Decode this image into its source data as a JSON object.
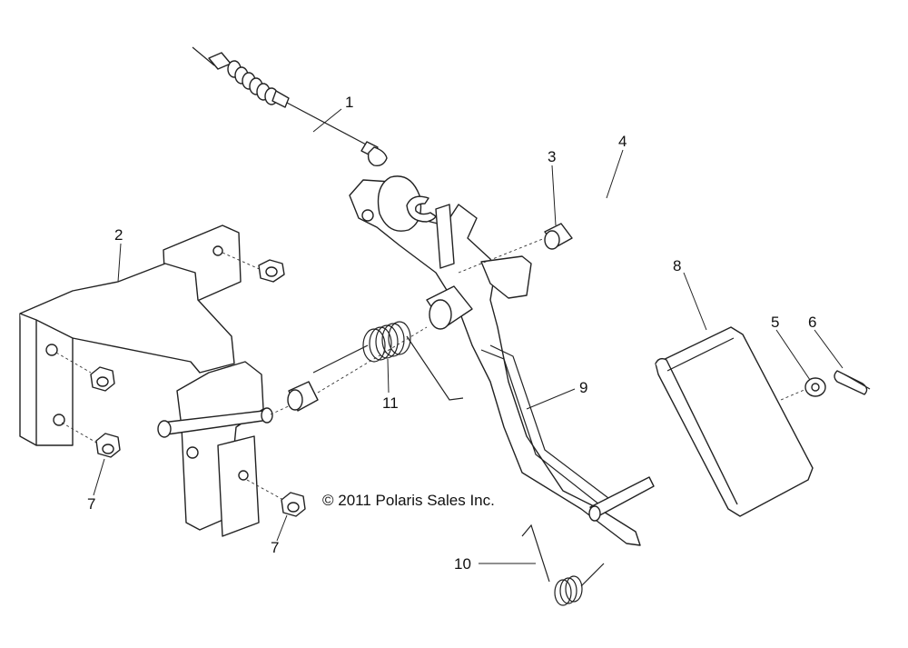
{
  "copyright": "© 2011 Polaris Sales Inc.",
  "callouts": [
    {
      "id": "1",
      "text": "1"
    },
    {
      "id": "2",
      "text": "2"
    },
    {
      "id": "3",
      "text": "3"
    },
    {
      "id": "4",
      "text": "4"
    },
    {
      "id": "5",
      "text": "5"
    },
    {
      "id": "6",
      "text": "6"
    },
    {
      "id": "7a",
      "text": "7"
    },
    {
      "id": "7b",
      "text": "7"
    },
    {
      "id": "8",
      "text": "8"
    },
    {
      "id": "9",
      "text": "9"
    },
    {
      "id": "10",
      "text": "10"
    },
    {
      "id": "11",
      "text": "11"
    }
  ]
}
